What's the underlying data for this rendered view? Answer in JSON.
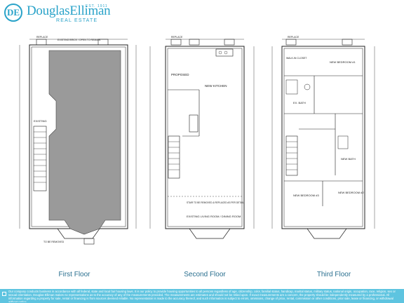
{
  "brand": {
    "name": "DouglasElliman",
    "est": "EST. 1911",
    "subtitle": "REAL ESTATE",
    "accent_color": "#2aa3c9"
  },
  "floors": [
    {
      "label": "First Floor",
      "notes": [
        "EXISTING BRICK / OPEN TO REMAIN",
        "REPLACE",
        "EXISTING",
        "TO BE REMOVED"
      ]
    },
    {
      "label": "Second Floor",
      "notes": [
        "REPLACE",
        "PROPOSED",
        "NEW KITCHEN",
        "EXISTING LIVING ROOM / DINING ROOM",
        "STAIR TO BE REMOVED & REPLACED AS PER DETAIL"
      ]
    },
    {
      "label": "Third Floor",
      "notes": [
        "REPLACE",
        "NEW BEDROOM #1",
        "EX. BATH",
        "NEW BATH",
        "NEW BEDROOM #2",
        "NEW BEDROOM #3",
        "WALK-IN CLOSET"
      ]
    }
  ],
  "footer": {
    "disclaimer": "Our company conducts business in accordance with all federal, state and local fair housing laws. It is our policy to provide housing opportunities to all persons regardless of age, citizenship, color, familial status, handicap, marital status, military status, national origin, occupation, race, religion, sex or sexual orientation. Douglas Elliman makes no representations as to the accuracy of any of the measurements provided. The measurements are estimates and should not be relied upon. If exact measurements are a concern, the property should be independently measured by a professional. All information regarding a property for sale, rental or financing is from sources deemed reliable. No representation is made to the accuracy thereof, and such information is subject to errors, omissions, change of price, rental, commission or other conditions, prior sale, lease or financing, or withdrawal without notice."
  }
}
